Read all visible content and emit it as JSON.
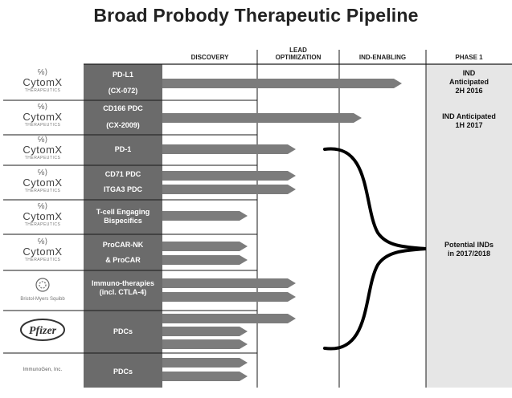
{
  "title": "Broad Probody Therapeutic Pipeline",
  "phases": [
    "DISCOVERY",
    "LEAD\nOPTIMIZATION",
    "IND-ENABLING",
    "PHASE 1"
  ],
  "partners": {
    "cytomx": {
      "symbol": "℅⟩",
      "word": "CytomX",
      "sub": "THERAPEUTICS"
    },
    "bms": "Bristol-Myers Squibb",
    "pfizer": "Pfizer",
    "immunogen": "ImmunoGen, Inc."
  },
  "programs": [
    {
      "label": "PD-L1"
    },
    {
      "label": "(CX-072)"
    },
    {
      "label": "CD166 PDC"
    },
    {
      "label": "(CX-2009)"
    },
    {
      "label": "PD-1"
    },
    {
      "label": "CD71 PDC"
    },
    {
      "label": "ITGA3 PDC"
    },
    {
      "label": "T-cell Engaging\nBispecifics"
    },
    {
      "label": "ProCAR-NK"
    },
    {
      "label": "& ProCAR"
    },
    {
      "label": "Immuno-therapies\n(incl. CTLA-4)"
    },
    {
      "label": "PDCs"
    },
    {
      "label": "PDCs"
    }
  ],
  "notes": {
    "n1": "IND\nAnticipated\n2H 2016",
    "n2": "IND Anticipated\n1H 2017",
    "n3": "Potential INDs\nin 2017/2018"
  },
  "colors": {
    "label_col": "#6b6b6b",
    "arrow": "#7c7c7c",
    "phase1_bg": "#e6e6e6",
    "divider": "#1a1a1a"
  }
}
